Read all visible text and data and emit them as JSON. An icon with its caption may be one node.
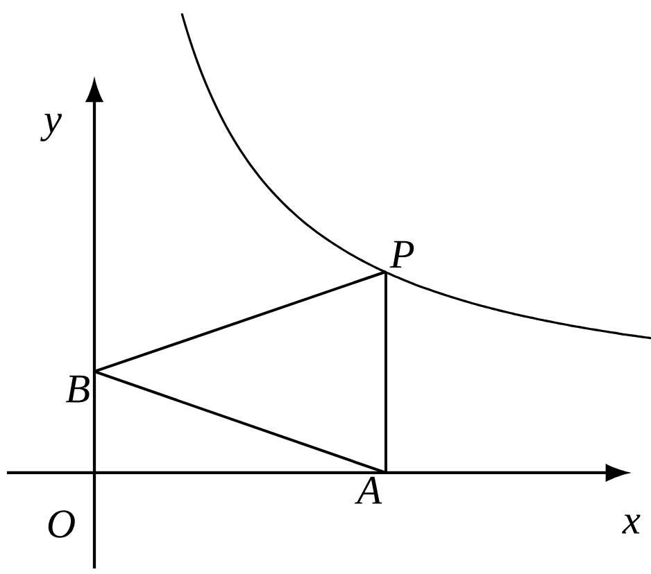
{
  "diagram": {
    "nodes": [
      {
        "text": [
          "P"
        ]
      },
      {
        "text": [
          "B"
        ]
      },
      {
        "text": [
          "A"
        ]
      }
    ],
    "edges": [
      {
        "from": 1,
        "to": 0,
        "arrow": "none"
      },
      {
        "from": 0,
        "to": 2,
        "arrow": "none"
      },
      {
        "from": 2,
        "to": 1,
        "arrow": "none"
      }
    ],
    "labels": [
      "y",
      "x",
      "O"
    ]
  }
}
